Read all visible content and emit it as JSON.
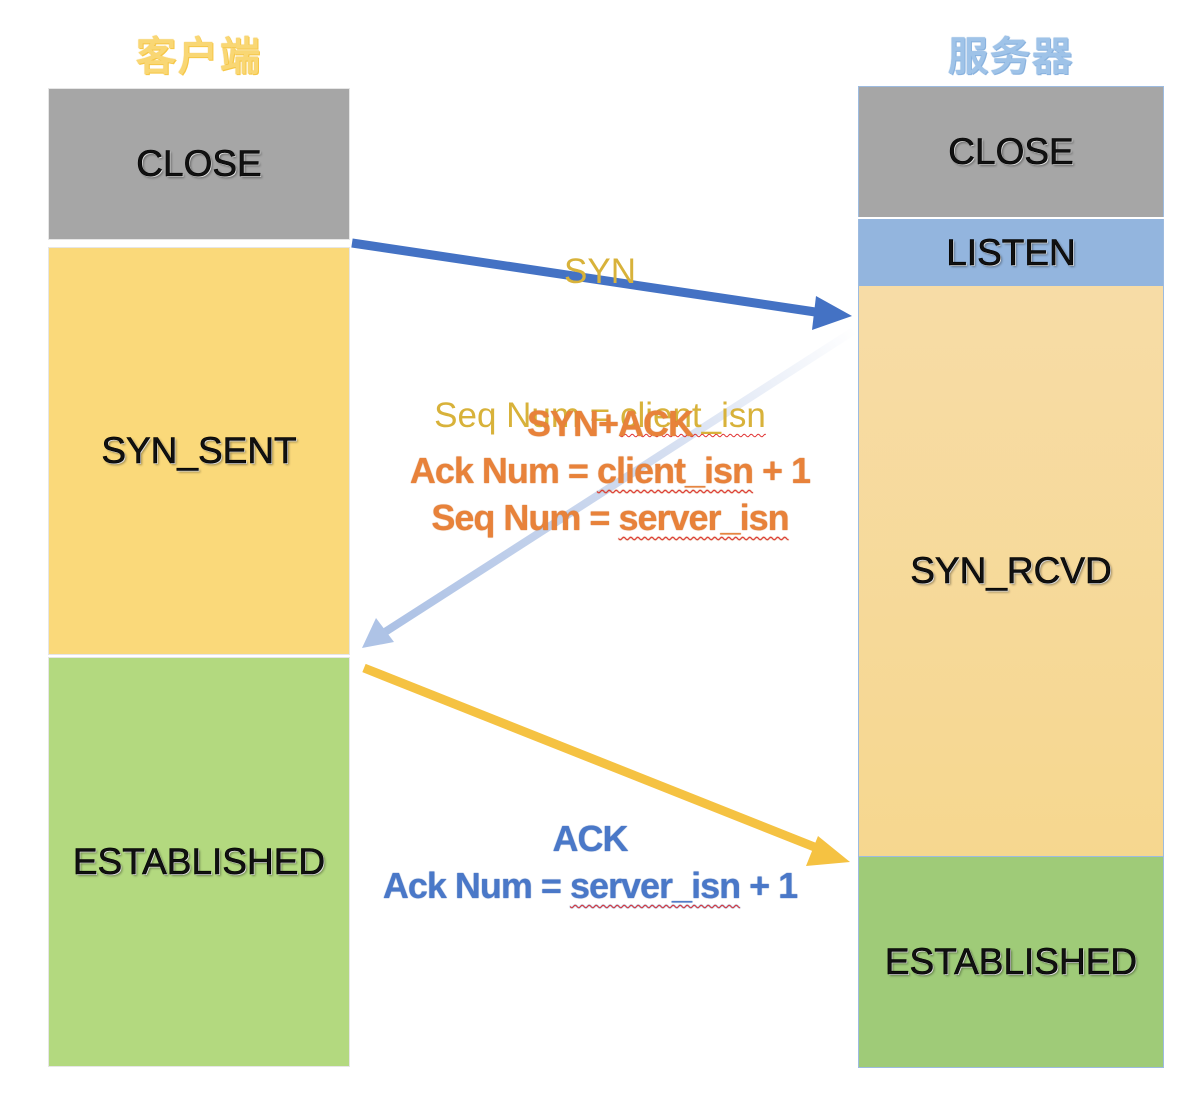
{
  "client": {
    "title": "客户端",
    "title_color": "#f9d774",
    "states": [
      {
        "label": "CLOSE",
        "color": "#a6a6a6"
      },
      {
        "label": "SYN_SENT",
        "color": "#fad97a"
      },
      {
        "label": "ESTABLISHED",
        "color": "#b3d97f"
      }
    ]
  },
  "server": {
    "title": "服务器",
    "title_color": "#9fc3e8",
    "states": [
      {
        "label": "CLOSE",
        "color": "#a6a6a6"
      },
      {
        "label": "LISTEN",
        "color": "#93b5de"
      },
      {
        "label": "SYN_RCVD",
        "color": "#f7d99a"
      },
      {
        "label": "ESTABLISHED",
        "color": "#9fcb78"
      }
    ]
  },
  "messages": {
    "syn": {
      "line1": "SYN",
      "line2_prefix": "Seq Num = ",
      "line2_var": "client_isn",
      "arrow_color": "#4472c4",
      "direction": "client-to-server"
    },
    "synack": {
      "line1": "SYN+ACK",
      "line2_prefix": "Ack Num = ",
      "line2_var": "client_isn",
      "line2_suffix": " + 1",
      "line3_prefix": "Seq Num = ",
      "line3_var": "server_isn",
      "text_color": "#e8823a",
      "arrow_color": "#b4c7e7",
      "direction": "server-to-client"
    },
    "ack": {
      "line1": "ACK",
      "line2_prefix": "Ack Num = ",
      "line2_var": "server_isn",
      "line2_suffix": " + 1",
      "text_color": "#4a78c8",
      "arrow_color": "#f5c242",
      "direction": "client-to-server"
    }
  }
}
